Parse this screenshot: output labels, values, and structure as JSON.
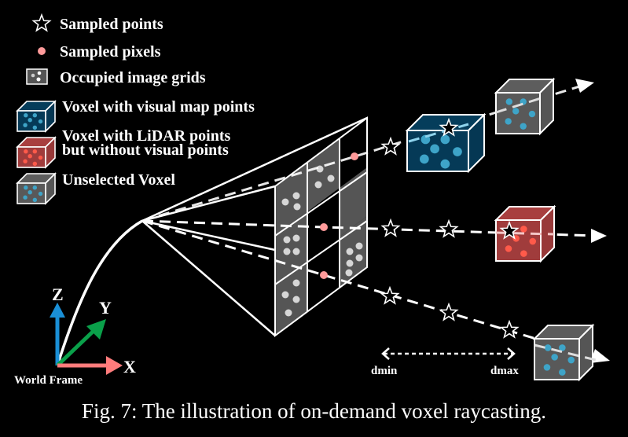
{
  "legend": [
    {
      "icon": "star-outline-icon",
      "label": "Sampled points"
    },
    {
      "icon": "pink-dot-icon",
      "label": "Sampled pixels"
    },
    {
      "icon": "image-grid-icon",
      "label": "Occupied image grids"
    },
    {
      "icon": "blue-voxel-icon",
      "label": "Voxel with visual map points"
    },
    {
      "icon": "red-voxel-icon",
      "label": "Voxel with LiDAR points",
      "label2": "but without visual points"
    },
    {
      "icon": "gray-voxel-icon",
      "label": "Unselected Voxel"
    }
  ],
  "axes": {
    "x": "X",
    "y": "Y",
    "z": "Z",
    "frame": "World Frame"
  },
  "range": {
    "min": "dmin",
    "max": "dmax"
  },
  "caption": "Fig. 7: The illustration of on-demand voxel raycasting.",
  "colors": {
    "background": "#000000",
    "voxel_blue": "#053a57",
    "voxel_red": "#a03c3c",
    "voxel_gray": "#595959",
    "point_blue": "#3ea4c8",
    "point_red": "#ff5a4a",
    "pixel_pink": "#ff9a9a",
    "axis_z": "#1a8fd6",
    "axis_y": "#0aa04a",
    "axis_x": "#ff7c7c",
    "grid_fill": "#555555"
  }
}
